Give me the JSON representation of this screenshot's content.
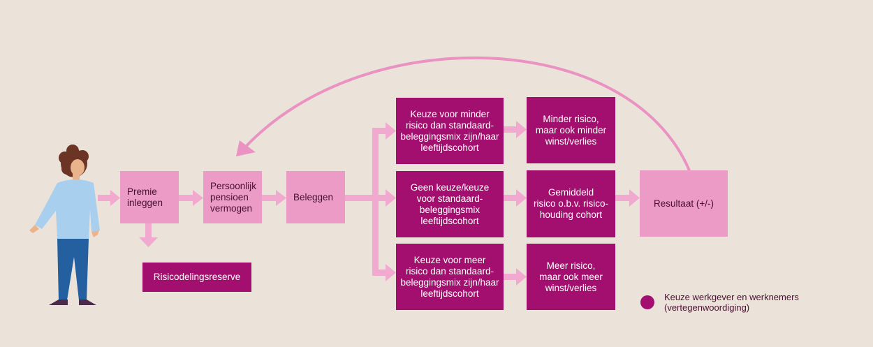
{
  "colors": {
    "background": "#ebe3da",
    "light_box": "#eb9bc6",
    "dark_box": "#a30f6e",
    "arrow": "#f2a9cf",
    "curve": "#ea93c3",
    "text_dark": "#4a1030",
    "text_light": "#ffffff"
  },
  "nodes": {
    "premie": "Premie\ninleggen",
    "vermogen": "Persoonlijk\npensioen\nvermogen",
    "beleggen": "Beleggen",
    "reserve": "Risicodelingsreserve",
    "keuze_minder": "Keuze voor minder\nrisico dan standaard-\nbeleggingsmix zijn/haar\nleeftijdscohort",
    "geen_keuze": "Geen keuze/keuze\nvoor standaard-\nbeleggingsmix\nleeftijdscohort",
    "keuze_meer": "Keuze voor meer\nrisico dan standaard-\nbeleggingsmix zijn/haar\nleeftijdscohort",
    "minder_risico": "Minder risico,\nmaar ook minder\nwinst/verlies",
    "gemiddeld": "Gemiddeld\nrisico o.b.v. risico-\nhouding cohort",
    "meer_risico": "Meer risico,\nmaar ook meer\nwinst/verlies",
    "resultaat": "Resultaat (+/-)"
  },
  "legend": {
    "label": "Keuze werkgever en werknemers\n(vertegenwoordiging)"
  },
  "icons": {
    "person": "person-figure-icon"
  }
}
